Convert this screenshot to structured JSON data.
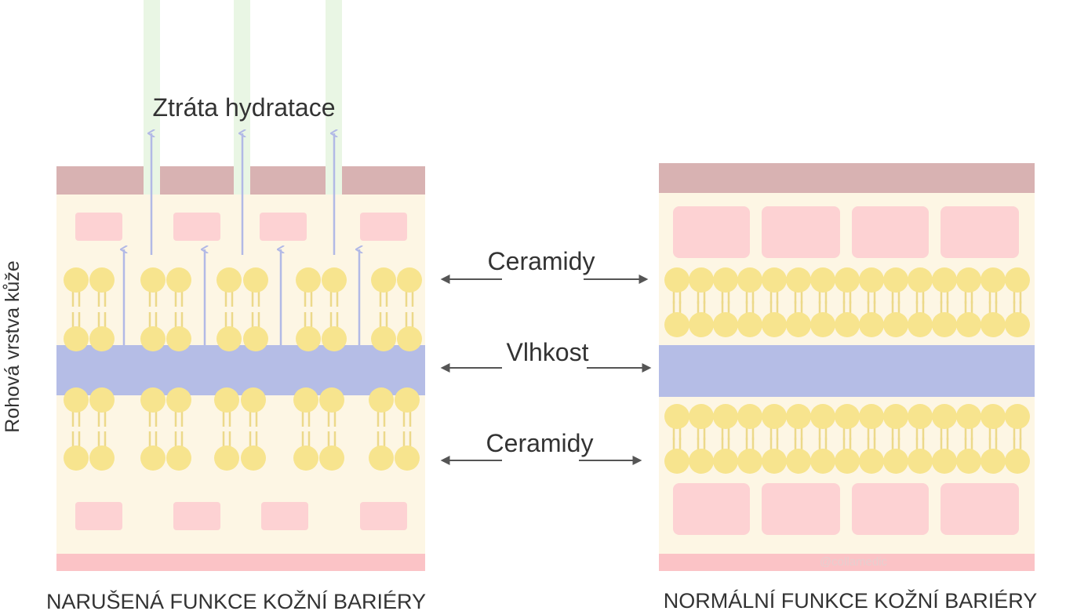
{
  "labels": {
    "water_loss": "Ztráta hydratace",
    "ceramides_top": "Ceramidy",
    "moisture": "Vlhkost",
    "ceramides_bottom": "Ceramidy",
    "vertical_axis": "Rohová vrstva kůže",
    "caption_left": "NARUŠENÁ FUNKCE KOŽNÍ BARIÉRY",
    "caption_right": "NORMÁLNÍ FUNKCE KOŽNÍ BARIÉRY",
    "watermark": "@collamedic"
  },
  "colors": {
    "background": "#ffffff",
    "skin_layer": "#fdf6e4",
    "top_layer": "#d8b2b2",
    "bottom_layer": "#fbc3c6",
    "corneocyte": "#fdd2d3",
    "lipid_head": "#f7e48e",
    "lipid_tail": "#ecd98a",
    "moisture_band": "#b5bde6",
    "loss_arrow": "#b2b9e6",
    "loss_column": "#e9f6e4",
    "connector_arrow": "#555555",
    "text": "#333333",
    "watermark": "#e6cfcf"
  }
}
